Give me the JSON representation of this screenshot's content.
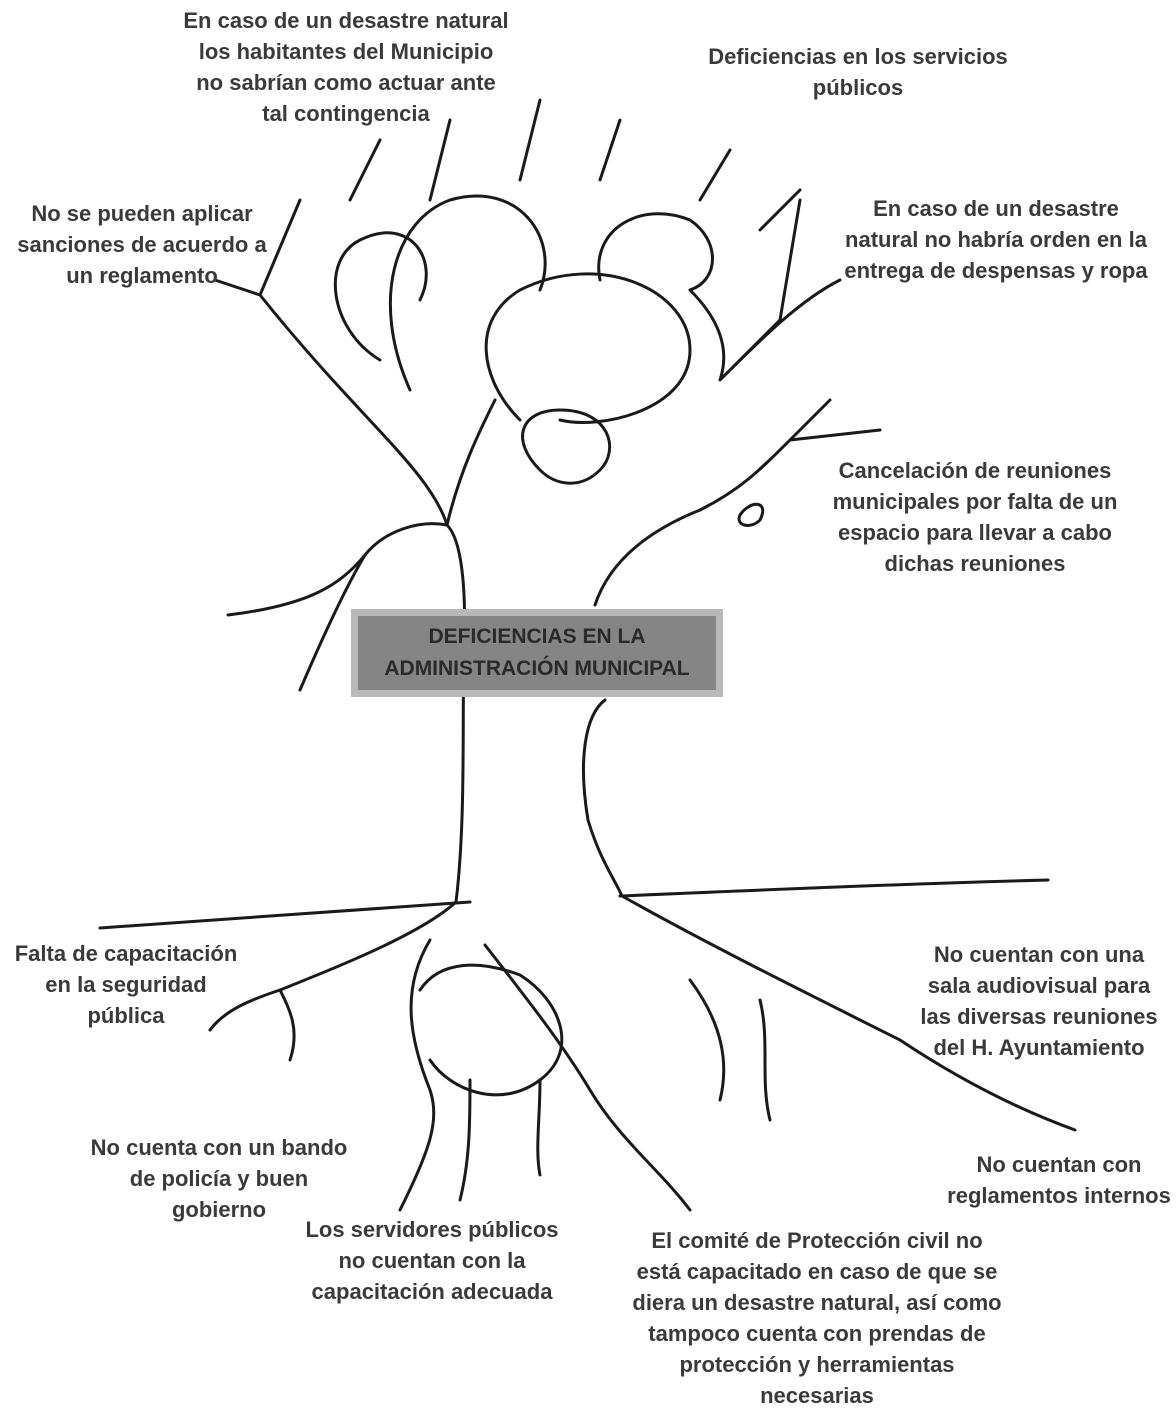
{
  "center": {
    "title": "DEFICIENCIAS  EN LA\nADMINISTRACIÓN MUNICIPAL"
  },
  "branches": [
    "En caso de un desastre natural\nlos habitantes del Municipio\nno  sabrían  como actuar ante\ntal contingencia",
    "Deficiencias en los servicios\npúblicos",
    "No se pueden aplicar\nsanciones de acuerdo a\nun reglamento",
    "En caso de un desastre\nnatural no habría orden en la\nentrega de despensas y ropa",
    "Cancelación de reuniones\nmunicipales por falta de un\nespacio para  llevar a cabo\ndichas reuniones"
  ],
  "roots": [
    "Falta de capacitación\nen la seguridad\npública",
    "No cuentan con una\nsala audiovisual para\nlas diversas reuniones\ndel H. Ayuntamiento",
    "No cuenta con un bando\nde policía y buen\ngobierno",
    "No cuentan con\nreglamentos internos",
    "Los servidores públicos\nno cuentan con la\ncapacitación adecuada",
    "El comité de Protección civil no\nestá capacitado en caso de que se\ndiera un desastre natural, así como\ntampoco cuenta con prendas de\nprotección y herramientas\nnecesarias"
  ],
  "colors": {
    "ink": "#1a1a1a",
    "box_outer": "#b9b9b9",
    "box_inner": "#858585",
    "text": "#3a3a3a"
  }
}
